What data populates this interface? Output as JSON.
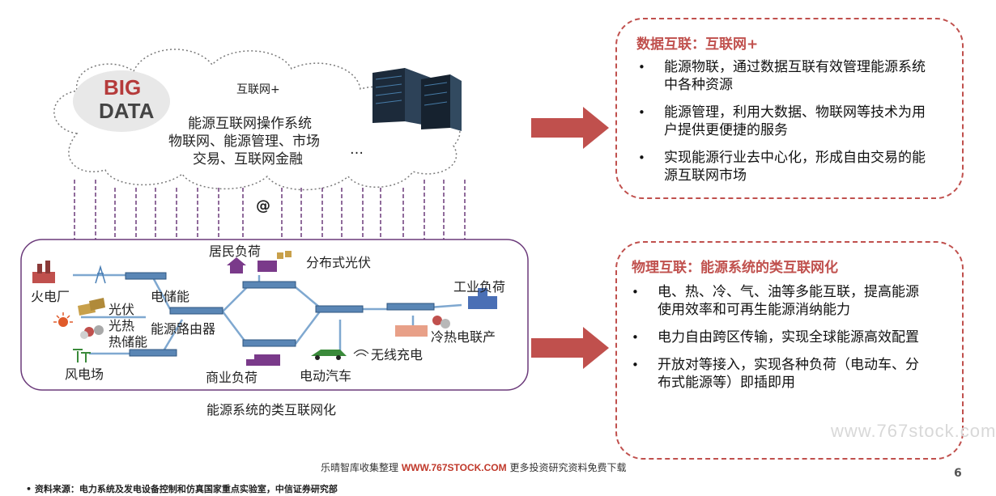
{
  "cloud": {
    "tag": "互联网+",
    "line1": "能源互联网操作系统",
    "line2": "物联网、能源管理、市场",
    "line3": "交易、互联网金融",
    "ellipsis": "…",
    "bigdata_logo": [
      "BIG",
      "DATA"
    ]
  },
  "at_symbol": "@",
  "grid_labels": {
    "thermal_plant": "火电厂",
    "pv_1": "光伏",
    "pv_2": "光热",
    "pv_3": "热储能",
    "wind_farm": "风电场",
    "storage": "电储能",
    "router": "能源路由器",
    "residential_load": "居民负荷",
    "distributed_pv": "分布式光伏",
    "commercial_load": "商业负荷",
    "ev": "电动汽车",
    "wireless_charging": "无线充电",
    "industrial_load": "工业负荷",
    "chp": "冷热电联产"
  },
  "diagram_caption": "能源系统的类互联网化",
  "box_top": {
    "title": "数据互联：互联网+",
    "bullets": [
      "能源物联，通过数据互联有效管理能源系统中各种资源",
      "能源管理，利用大数据、物联网等技术为用户提供更便捷的服务",
      "实现能源行业去中心化，形成自由交易的能源互联网市场"
    ]
  },
  "box_bottom": {
    "title": "物理互联：能源系统的类互联网化",
    "bullets": [
      "电、热、冷、气、油等多能互联，提高能源使用效率和可再生能源消纳能力",
      "电力自由跨区传输，实现全球能源高效配置",
      "开放对等接入，实现各种负荷（电动车、分布式能源等）即插即用"
    ]
  },
  "watermark": "www.767stock.com",
  "credit": {
    "prefix": "乐晴智库收集整理",
    "brand": "WWW.767STOCK.COM",
    "suffix": "更多投资研究资料免费下载"
  },
  "page_number": "6",
  "source": "• 资料来源：电力系统及发电设备控制和仿真国家重点实验室，中信证券研究部",
  "colors": {
    "accent": "#c0504d",
    "bus": "#4a7fb5",
    "dash_line": "#6b3a7a"
  }
}
